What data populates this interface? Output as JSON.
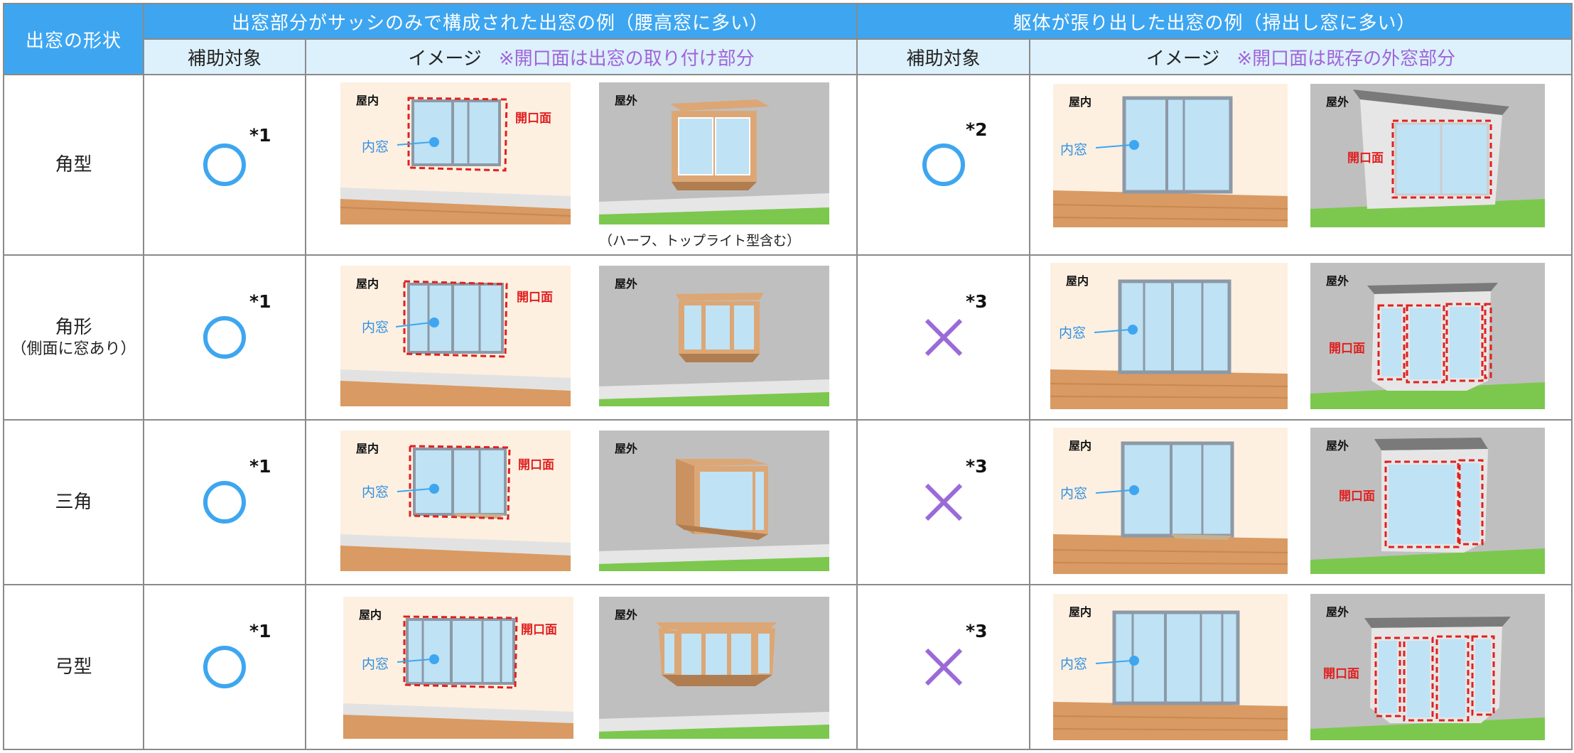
{
  "header": {
    "shape_col": "出窓の形状",
    "group_a": "出窓部分がサッシのみで構成された出窓の例（腰高窓に多い）",
    "group_b": "躯体が張り出した出窓の例（掃出し窓に多い）",
    "subsidy_label": "補助対象",
    "image_label": "イメージ",
    "note_a": "※開口面は出窓の取り付け部分",
    "note_b": "※開口面は既存の外窓部分"
  },
  "picture_labels": {
    "indoor": "屋内",
    "outdoor": "屋外",
    "opening": "開口面",
    "inner_window": "内窓"
  },
  "rows": [
    {
      "shape": "角型",
      "shape_sub": "",
      "mark_a": "○",
      "note_a": "*1",
      "mark_b": "○",
      "note_b": "*2",
      "caption": "（ハーフ、トップライト型含む）"
    },
    {
      "shape": "角形",
      "shape_sub": "（側面に窓あり）",
      "mark_a": "○",
      "note_a": "*1",
      "mark_b": "×",
      "note_b": "*3",
      "caption": ""
    },
    {
      "shape": "三角",
      "shape_sub": "",
      "mark_a": "○",
      "note_a": "*1",
      "mark_b": "×",
      "note_b": "*3",
      "caption": ""
    },
    {
      "shape": "弓型",
      "shape_sub": "",
      "mark_a": "○",
      "note_a": "*1",
      "mark_b": "×",
      "note_b": "*3",
      "caption": ""
    }
  ],
  "colors": {
    "header_bg": "#3ea6f0",
    "subheader_bg": "#dcf1fc",
    "circle_mark": "#3ea6f0",
    "cross_mark": "#9b6ad8",
    "opening_dash": "#e02020",
    "note_text": "#a064d9"
  }
}
